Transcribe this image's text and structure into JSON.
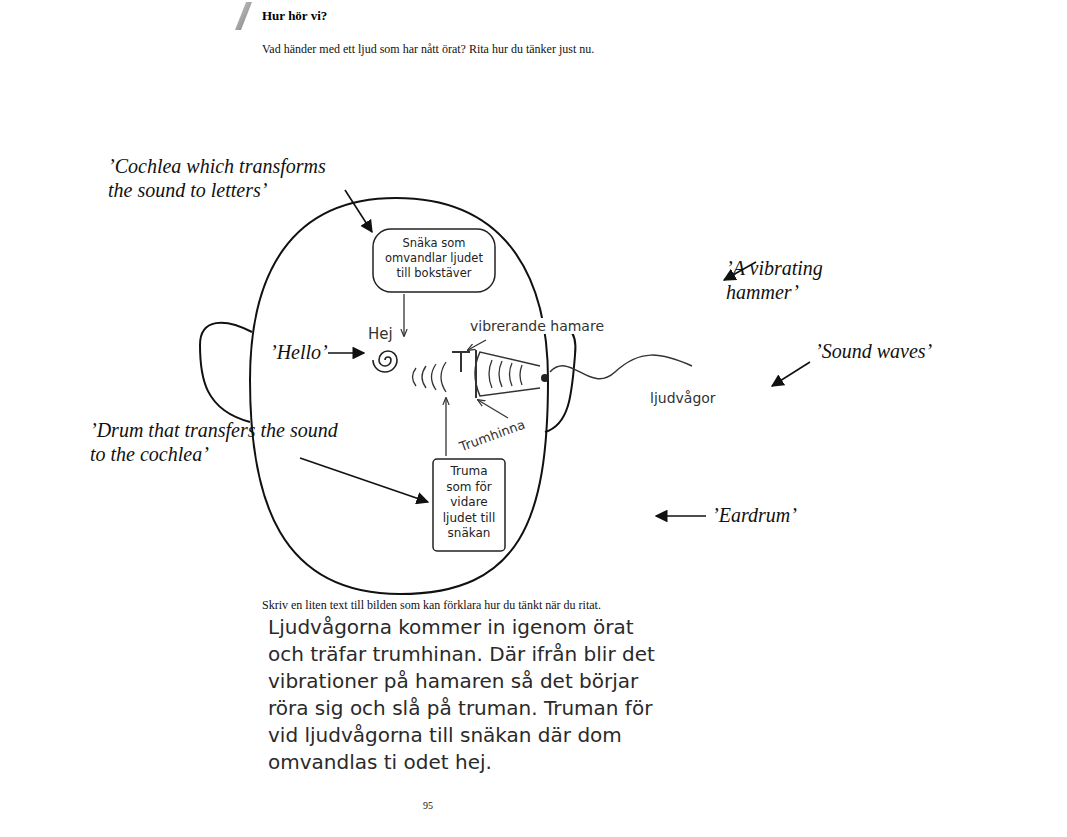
{
  "diagram": {
    "title": "Hur hör vi?",
    "nodes": [
      {
        "text": [
          "Snäka som omvandlar ljudet till bokstäver"
        ]
      },
      {
        "text": [
          "Truma som för vidare ljudet till snäkan"
        ]
      }
    ],
    "labels": [
      "Vad händer med ett ljud som har nått örat? Rita hur du tänker just nu.",
      "Hej",
      "vibrerande hamare",
      "ljudvågor",
      "Trumhinna",
      "’Cochlea which transforms the sound to letters’",
      "’A vibrating hammer’",
      "’Hello’",
      "’Sound waves’",
      "’Drum that transfers the sound to the cochlea’",
      "’Eardrum’",
      "Skriv en liten text till bilden som kan förklara hur du tänkt när du ritat.",
      "Ljudvågorna kommer in igenom örat och träfar trumhinan. Där ifrån blir det vibrationer på hamaren så det börjar röra sig och slå på truman. Truman för vid ljudvågorna till snäkan där dom omvandlas ti odet hej.",
      "95"
    ]
  }
}
